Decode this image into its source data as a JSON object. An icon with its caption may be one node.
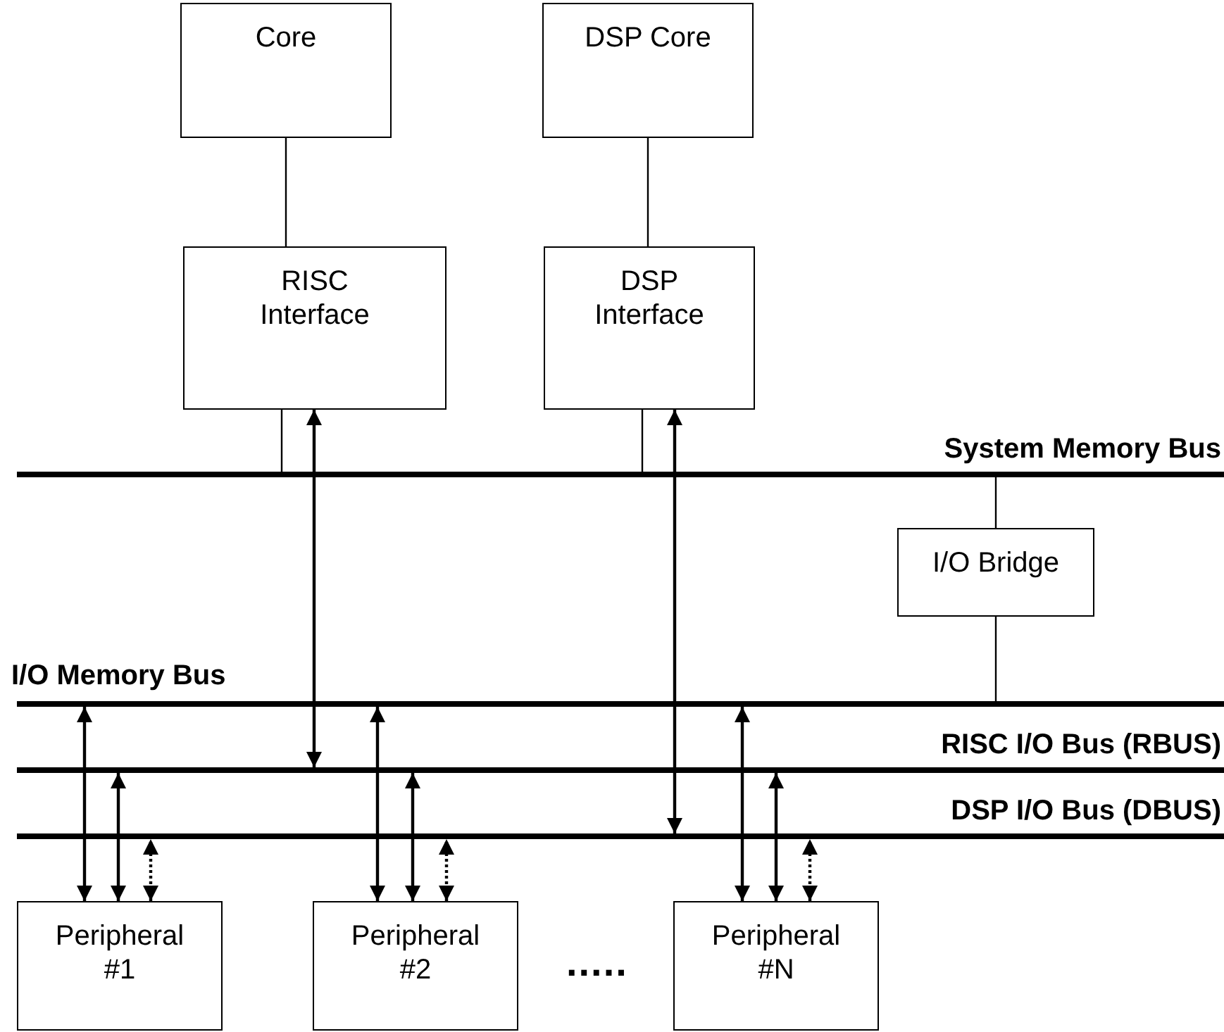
{
  "diagram": {
    "nodes": [
      {
        "text": [
          "Core"
        ]
      },
      {
        "text": [
          "DSP Core"
        ]
      },
      {
        "text": [
          "RISC Interface"
        ]
      },
      {
        "text": [
          "DSP Interface"
        ]
      },
      {
        "text": [
          "System Memory Bus"
        ]
      },
      {
        "text": [
          "I/O Bridge"
        ]
      },
      {
        "text": [
          "I/O Memory Bus"
        ]
      },
      {
        "text": [
          "RISC I/O Bus (RBUS)"
        ]
      },
      {
        "text": [
          "DSP I/O Bus (DBUS)"
        ]
      },
      {
        "text": [
          "Peripheral #1"
        ]
      },
      {
        "text": [
          "Peripheral #2"
        ]
      },
      {
        "text": [
          "Peripheral #N"
        ]
      }
    ],
    "edges": [
      {
        "from": 0,
        "to": 2,
        "arrow": "none"
      },
      {
        "from": 1,
        "to": 3,
        "arrow": "none"
      },
      {
        "from": 2,
        "to": 4,
        "arrow": "none"
      },
      {
        "from": 2,
        "to": 7,
        "arrow": "both"
      },
      {
        "from": 3,
        "to": 4,
        "arrow": "none"
      },
      {
        "from": 3,
        "to": 8,
        "arrow": "both"
      },
      {
        "from": 4,
        "to": 5,
        "arrow": "none"
      },
      {
        "from": 5,
        "to": 6,
        "arrow": "none"
      },
      {
        "from": 9,
        "to": 6,
        "arrow": "both"
      },
      {
        "from": 9,
        "to": 7,
        "arrow": "both"
      },
      {
        "from": 9,
        "to": 8,
        "arrow": "both",
        "style": "dashed"
      },
      {
        "from": 10,
        "to": 6,
        "arrow": "both"
      },
      {
        "from": 10,
        "to": 7,
        "arrow": "both"
      },
      {
        "from": 10,
        "to": 8,
        "arrow": "both",
        "style": "dashed"
      },
      {
        "from": 11,
        "to": 6,
        "arrow": "both"
      },
      {
        "from": 11,
        "to": 7,
        "arrow": "both"
      },
      {
        "from": 11,
        "to": 8,
        "arrow": "both",
        "style": "dashed"
      }
    ],
    "labels": [
      "....."
    ]
  }
}
